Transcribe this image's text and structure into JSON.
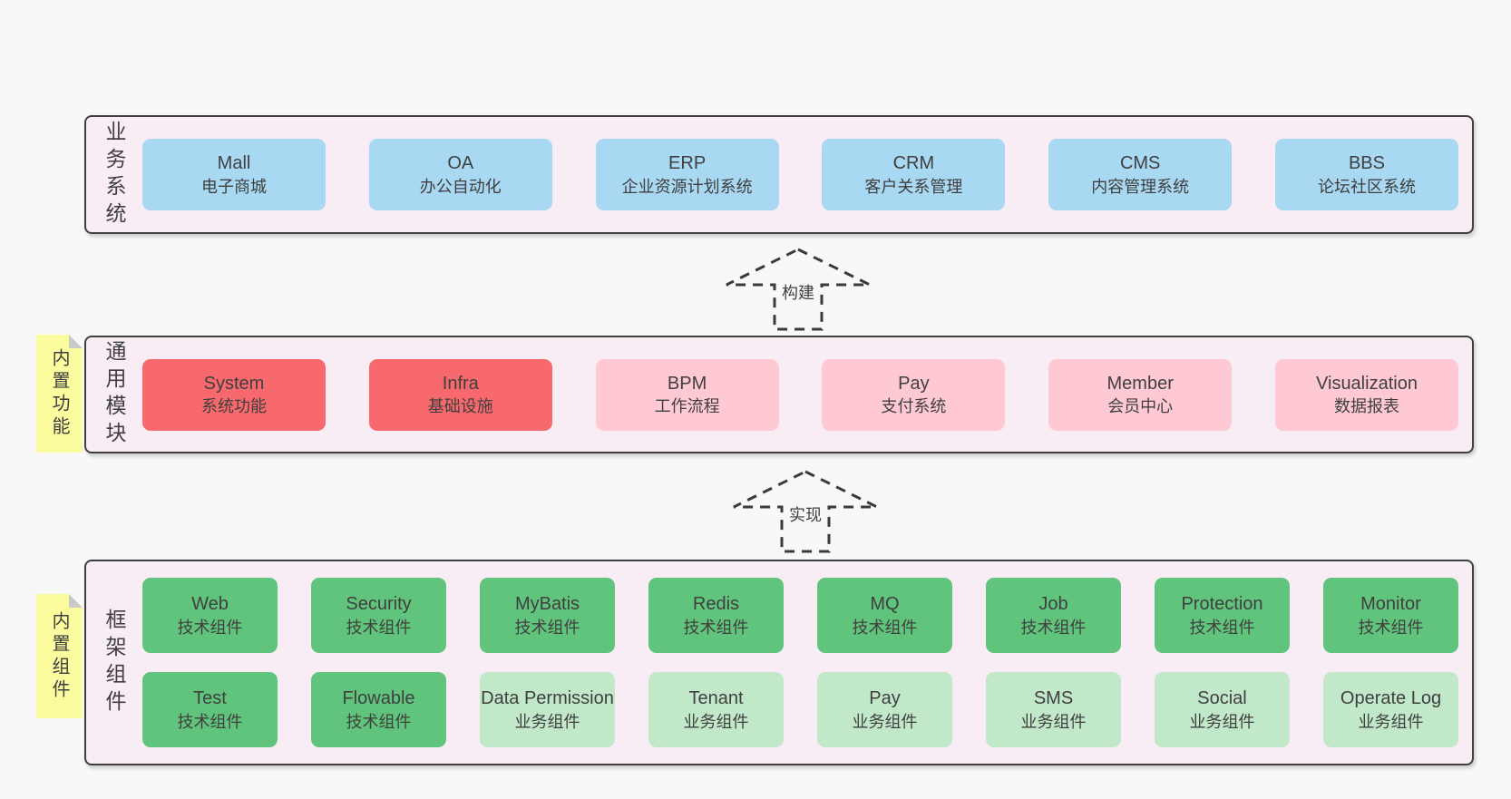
{
  "colors": {
    "page_bg": "#f8f8f8",
    "container_bg": "#f8edf5",
    "container_border": "#3f3f3f",
    "blue": "#a9d8f2",
    "red": "#f7696d",
    "pink": "#ffc9d3",
    "green": "#61c47d",
    "light_green": "#c2e8ca",
    "sticky": "#fbfc9e",
    "sticky_fold": "#c9c9c9",
    "text": "#3f3f3f",
    "arrow_stroke": "#3a3a3a"
  },
  "arrows": [
    {
      "label": "构建"
    },
    {
      "label": "实现"
    }
  ],
  "layers": [
    {
      "label": "业务系统",
      "boxes": [
        {
          "en": "Mall",
          "zh": "电子商城",
          "variant": "blue"
        },
        {
          "en": "OA",
          "zh": "办公自动化",
          "variant": "blue"
        },
        {
          "en": "ERP",
          "zh": "企业资源计划系统",
          "variant": "blue"
        },
        {
          "en": "CRM",
          "zh": "客户关系管理",
          "variant": "blue"
        },
        {
          "en": "CMS",
          "zh": "内容管理系统",
          "variant": "blue"
        },
        {
          "en": "BBS",
          "zh": "论坛社区系统",
          "variant": "blue"
        }
      ]
    },
    {
      "label": "通用模块",
      "sticky": "内置功能",
      "boxes": [
        {
          "en": "System",
          "zh": "系统功能",
          "variant": "red"
        },
        {
          "en": "Infra",
          "zh": "基础设施",
          "variant": "red"
        },
        {
          "en": "BPM",
          "zh": "工作流程",
          "variant": "pink"
        },
        {
          "en": "Pay",
          "zh": "支付系统",
          "variant": "pink"
        },
        {
          "en": "Member",
          "zh": "会员中心",
          "variant": "pink"
        },
        {
          "en": "Visualization",
          "zh": "数据报表",
          "variant": "pink"
        }
      ]
    },
    {
      "label": "框架组件",
      "sticky": "内置组件",
      "rows": [
        [
          {
            "en": "Web",
            "zh": "技术组件",
            "variant": "green"
          },
          {
            "en": "Security",
            "zh": "技术组件",
            "variant": "green"
          },
          {
            "en": "MyBatis",
            "zh": "技术组件",
            "variant": "green"
          },
          {
            "en": "Redis",
            "zh": "技术组件",
            "variant": "green"
          },
          {
            "en": "MQ",
            "zh": "技术组件",
            "variant": "green"
          },
          {
            "en": "Job",
            "zh": "技术组件",
            "variant": "green"
          },
          {
            "en": "Protection",
            "zh": "技术组件",
            "variant": "green"
          },
          {
            "en": "Monitor",
            "zh": "技术组件",
            "variant": "green"
          }
        ],
        [
          {
            "en": "Test",
            "zh": "技术组件",
            "variant": "green"
          },
          {
            "en": "Flowable",
            "zh": "技术组件",
            "variant": "green"
          },
          {
            "en": "Data Permission",
            "zh": "业务组件",
            "variant": "light-green"
          },
          {
            "en": "Tenant",
            "zh": "业务组件",
            "variant": "light-green"
          },
          {
            "en": "Pay",
            "zh": "业务组件",
            "variant": "light-green"
          },
          {
            "en": "SMS",
            "zh": "业务组件",
            "variant": "light-green"
          },
          {
            "en": "Social",
            "zh": "业务组件",
            "variant": "light-green"
          },
          {
            "en": "Operate Log",
            "zh": "业务组件",
            "variant": "light-green"
          }
        ]
      ]
    }
  ]
}
